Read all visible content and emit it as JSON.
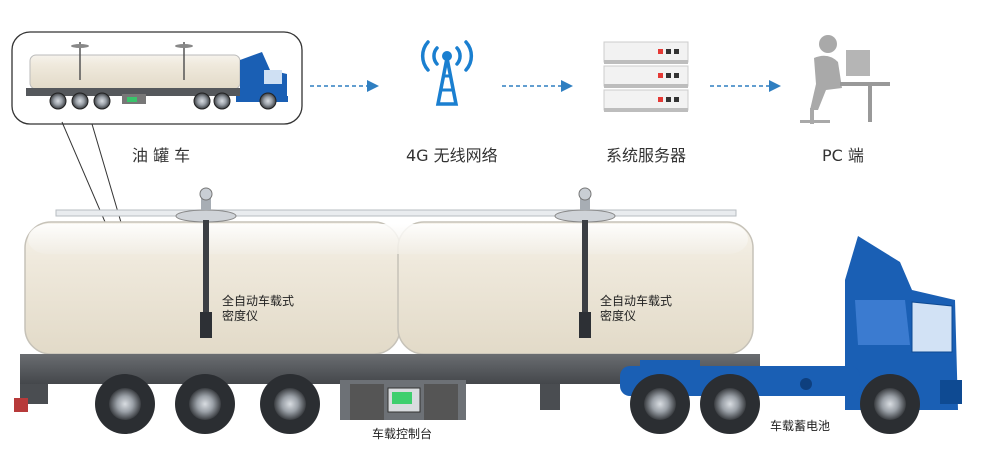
{
  "flow": {
    "tanker_label": "油 罐 车",
    "network_label": "4G 无线网络",
    "server_label": "系统服务器",
    "pc_label": "PC 端"
  },
  "tanker": {
    "meter_1_label": "全自动车载式\n密度仪",
    "meter_2_label": "全自动车载式\n密度仪",
    "controller_label": "车载控制台",
    "battery_label": "车载蓄电池"
  },
  "colors": {
    "truck_blue": "#1a5fb4",
    "tank_fill": "#ece6d8",
    "arrow": "#2f7fc1",
    "chassis": "#55585c"
  },
  "icons": [
    "tanker-truck-icon",
    "signal-tower-icon",
    "server-rack-icon",
    "pc-user-icon"
  ]
}
